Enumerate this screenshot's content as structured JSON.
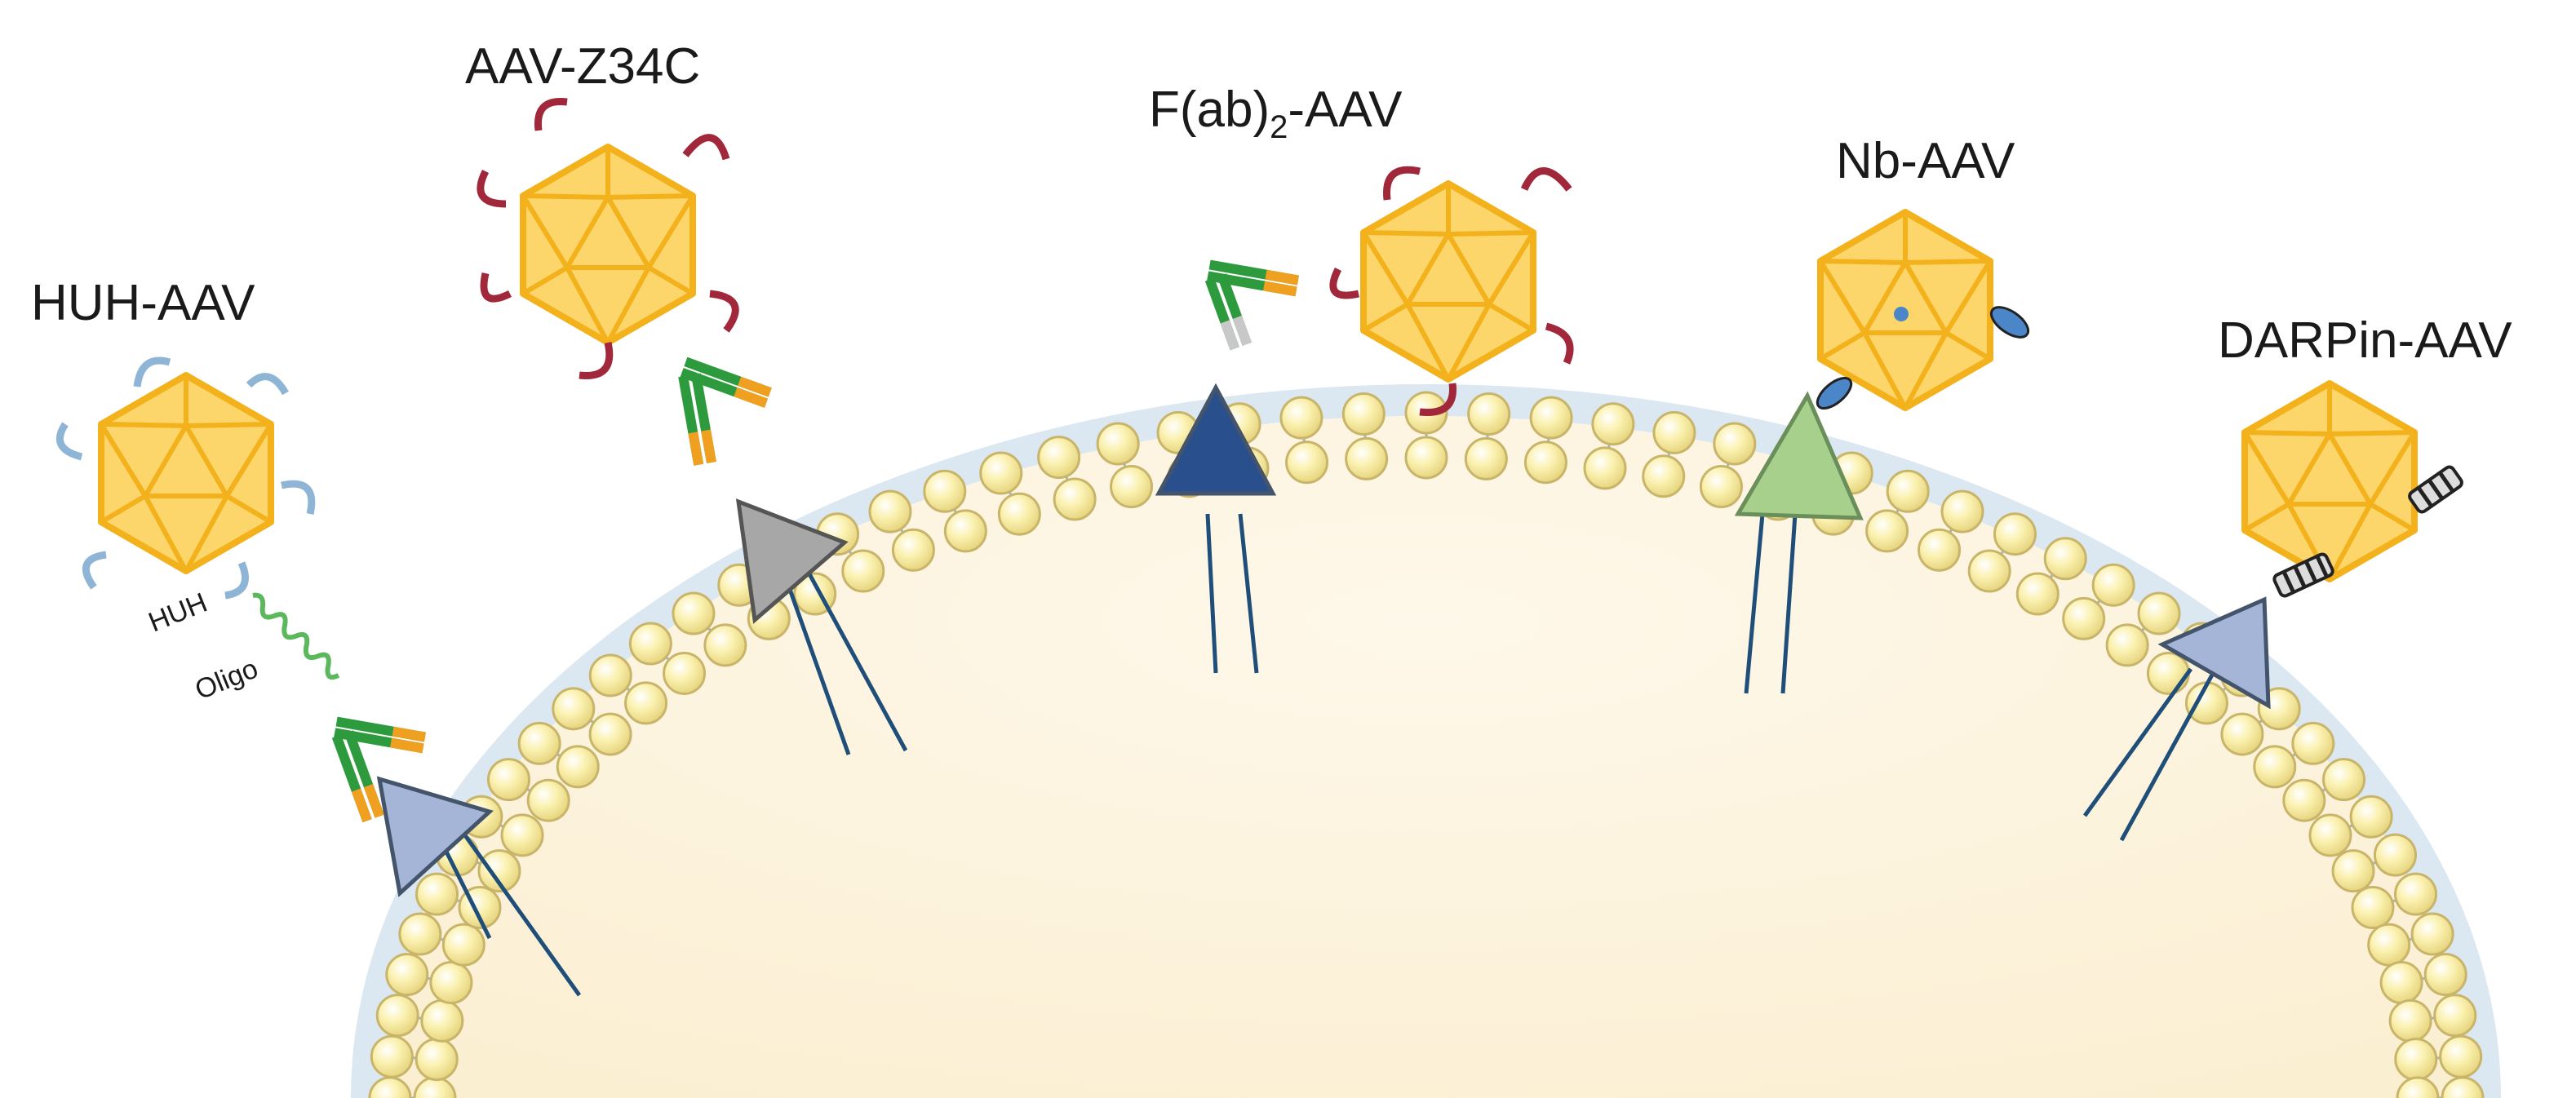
{
  "constructs": [
    {
      "label": "HUH-AAV",
      "huh_label": "HUH",
      "oligo_label": "Oligo"
    },
    {
      "label": "AAV-Z34C"
    },
    {
      "label_main": "F(ab)",
      "label_sub": "2",
      "label_suffix": "-AAV"
    },
    {
      "label": "Nb-AAV"
    },
    {
      "label": "DARPin-AAV"
    }
  ],
  "colors": {
    "capsid_fill": "#fcd56b",
    "capsid_stroke": "#f3b21c",
    "lipid_head": "#fbf1b0",
    "lipid_head_edge": "#c9b56a",
    "membrane_core": "#dbe7f1",
    "cell_interior": "#fdf5e3",
    "receptor_stem": "#1f4e79",
    "receptor_light_blue": "#a4b5d8",
    "receptor_gray": "#a7a7a7",
    "receptor_dark_blue": "#2a4f8d",
    "receptor_green": "#a8d08d",
    "antibody_green": "#2e9a3e",
    "antibody_orange": "#f0a020",
    "z34c_loop": "#a0283a",
    "huh_loop": "#8eb4d6",
    "oligo": "#5cb85c",
    "nanobody": "#4a86c8",
    "darpin": "#333333"
  }
}
